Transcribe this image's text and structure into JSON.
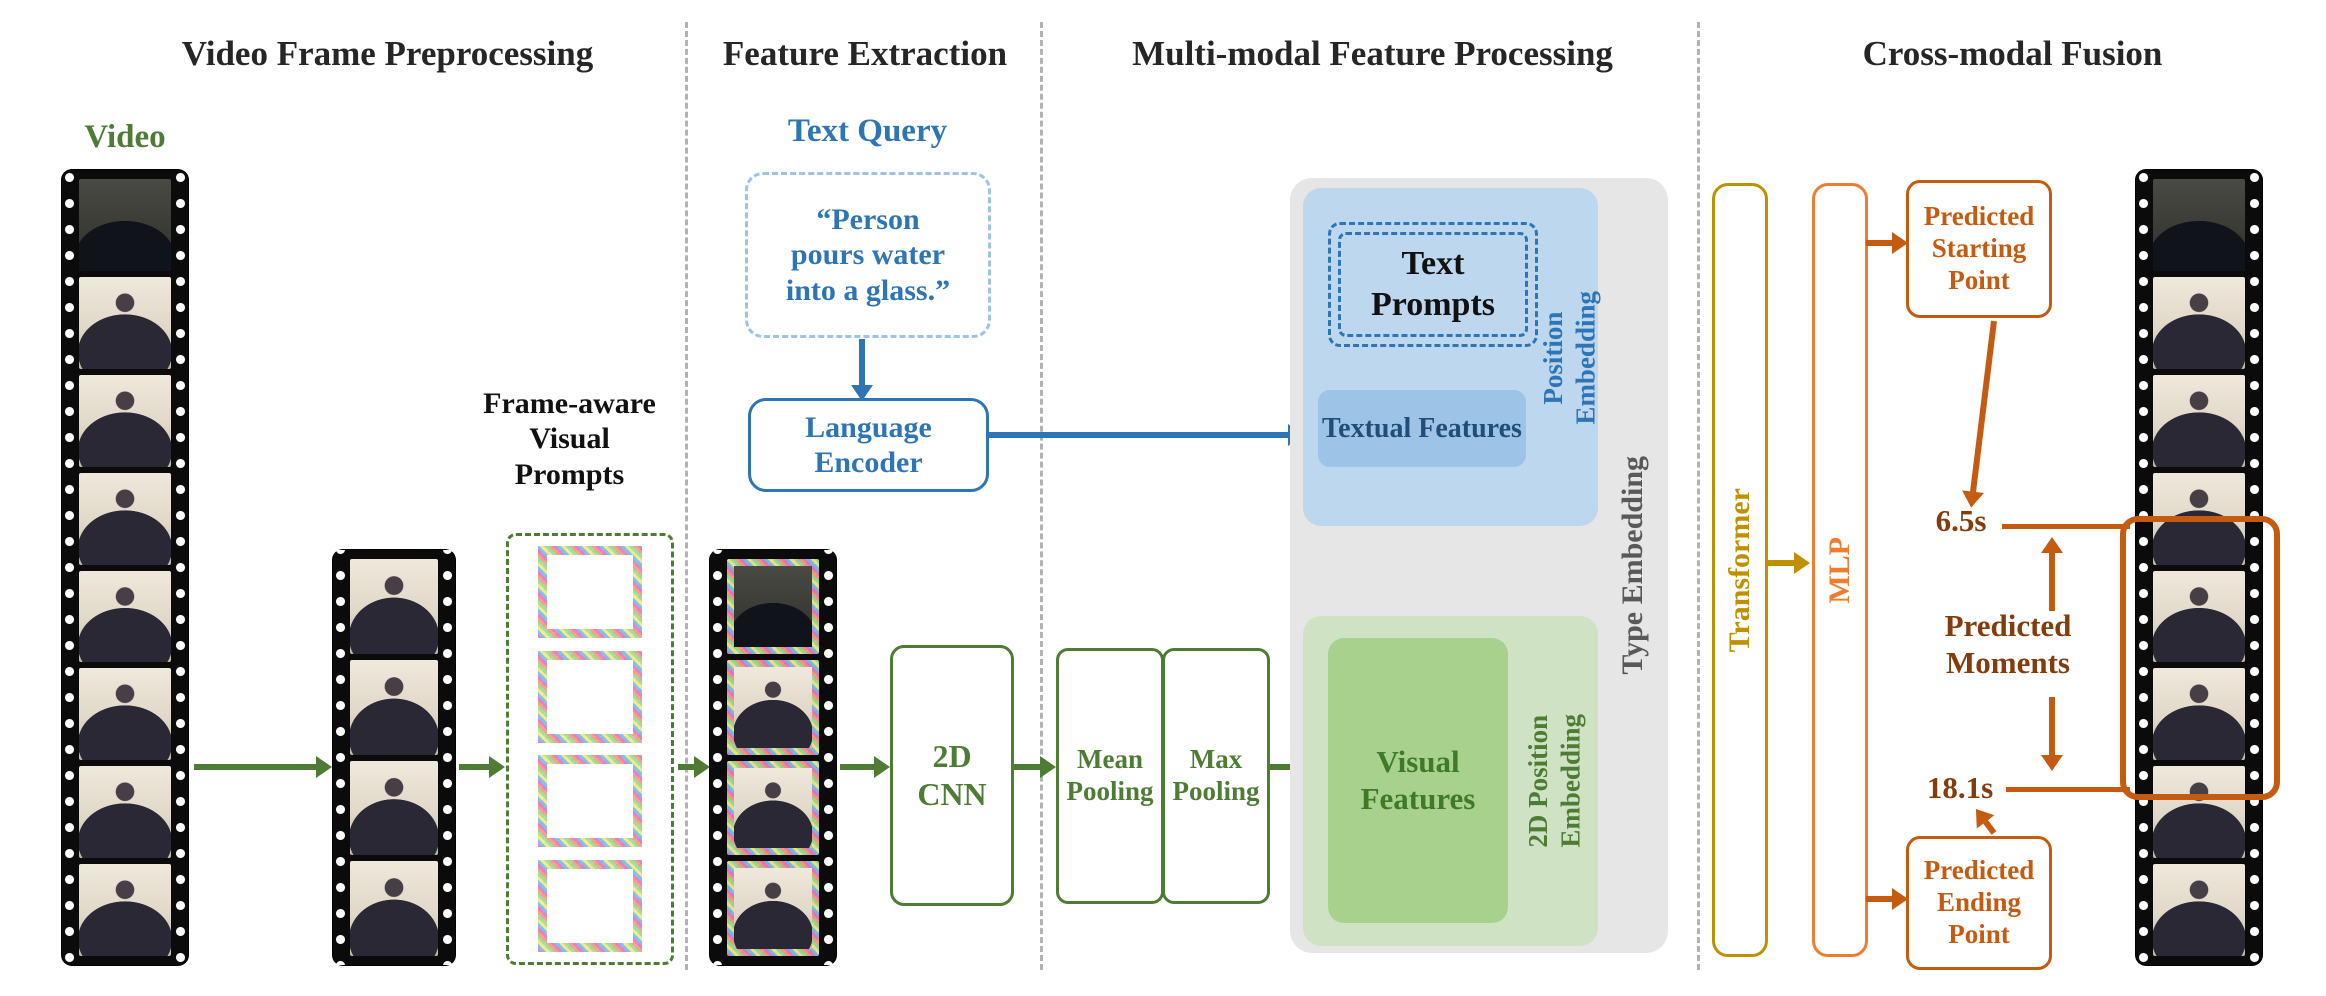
{
  "section_titles": {
    "preprocessing": "Video Frame Preprocessing",
    "extraction": "Feature Extraction",
    "multimodal": "Multi-modal Feature Processing",
    "fusion": "Cross-modal Fusion"
  },
  "preprocessing": {
    "video_label": "Video",
    "prompts_label": "Frame-aware\nVisual\nPrompts",
    "prompt_box_count": 4
  },
  "extraction": {
    "text_query_label": "Text Query",
    "query_text": "“Person\npours water\ninto a glass.”",
    "language_encoder": "Language\nEncoder",
    "cnn": "2D\nCNN"
  },
  "multimodal": {
    "mean_pooling": "Mean\nPooling",
    "max_pooling": "Max\nPooling",
    "type_embedding": "Type Embedding",
    "text_prompts": "Text\nPrompts",
    "position_embedding": "Position\nEmbedding",
    "textual_features": "Textual Features",
    "visual_features": "Visual\nFeatures",
    "position_embedding_2d": "2D Position\nEmbedding"
  },
  "fusion": {
    "transformer": "Transformer",
    "mlp": "MLP",
    "predicted_start": "Predicted\nStarting\nPoint",
    "predicted_moments": "Predicted\nMoments",
    "predicted_end": "Predicted\nEnding\nPoint",
    "start_time": "6.5s",
    "end_time": "18.1s"
  },
  "filmstrips": {
    "source": {
      "frames": 8,
      "noisy": false,
      "first_frame_dark": true
    },
    "sampled": {
      "frames": 4,
      "noisy": false,
      "first_frame_dark": false
    },
    "prompted": {
      "frames": 4,
      "noisy": true,
      "first_frame_dark": true
    },
    "output": {
      "frames": 8,
      "noisy": false,
      "first_frame_dark": true
    }
  },
  "colors": {
    "green": "#4e7c35",
    "blue": "#2e75b6",
    "light_blue": "#9dc3e6",
    "blue_region": "#bdd7ee",
    "gray_region": "#e7e6e6",
    "green_region": "#cfe3c4",
    "green_box": "#a9d18e",
    "gold": "#bf9000",
    "orange": "#ed7d31",
    "dark_orange": "#c55a11",
    "brown": "#843c0c"
  }
}
